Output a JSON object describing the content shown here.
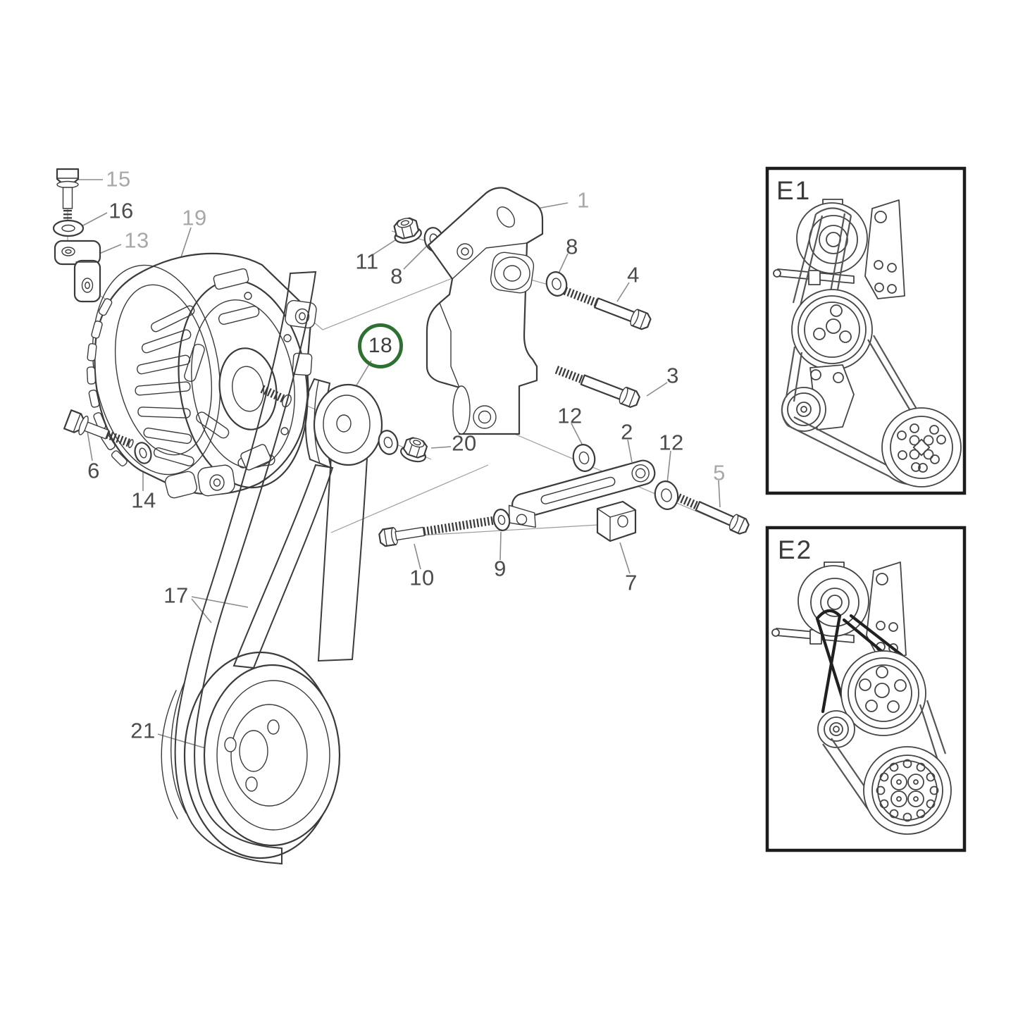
{
  "colors": {
    "line": "#3b3b3b",
    "label-dark": "#4c4c4c",
    "label-light": "#a8a8a8",
    "leader": "#8c8c8c",
    "highlight": "#2e7031",
    "inset-border": "#1c1c1c",
    "background": "#ffffff"
  },
  "highlight": {
    "part": "18",
    "style": "green-circle"
  },
  "parts": [
    {
      "label": "15",
      "tone": "light"
    },
    {
      "label": "16",
      "tone": "dark"
    },
    {
      "label": "13",
      "tone": "light"
    },
    {
      "label": "19",
      "tone": "light"
    },
    {
      "label": "11",
      "tone": "dark"
    },
    {
      "label": "8",
      "tone": "dark"
    },
    {
      "label": "1",
      "tone": "light"
    },
    {
      "label": "8",
      "tone": "dark"
    },
    {
      "label": "4",
      "tone": "dark"
    },
    {
      "label": "18",
      "tone": "dark",
      "highlighted": true
    },
    {
      "label": "3",
      "tone": "dark"
    },
    {
      "label": "20",
      "tone": "dark"
    },
    {
      "label": "12",
      "tone": "dark"
    },
    {
      "label": "2",
      "tone": "dark"
    },
    {
      "label": "12",
      "tone": "dark"
    },
    {
      "label": "5",
      "tone": "light"
    },
    {
      "label": "6",
      "tone": "dark"
    },
    {
      "label": "14",
      "tone": "dark"
    },
    {
      "label": "10",
      "tone": "dark"
    },
    {
      "label": "9",
      "tone": "dark"
    },
    {
      "label": "7",
      "tone": "dark"
    },
    {
      "label": "17",
      "tone": "dark"
    },
    {
      "label": "21",
      "tone": "dark"
    }
  ],
  "insets": [
    {
      "label": "E1"
    },
    {
      "label": "E2"
    }
  ]
}
